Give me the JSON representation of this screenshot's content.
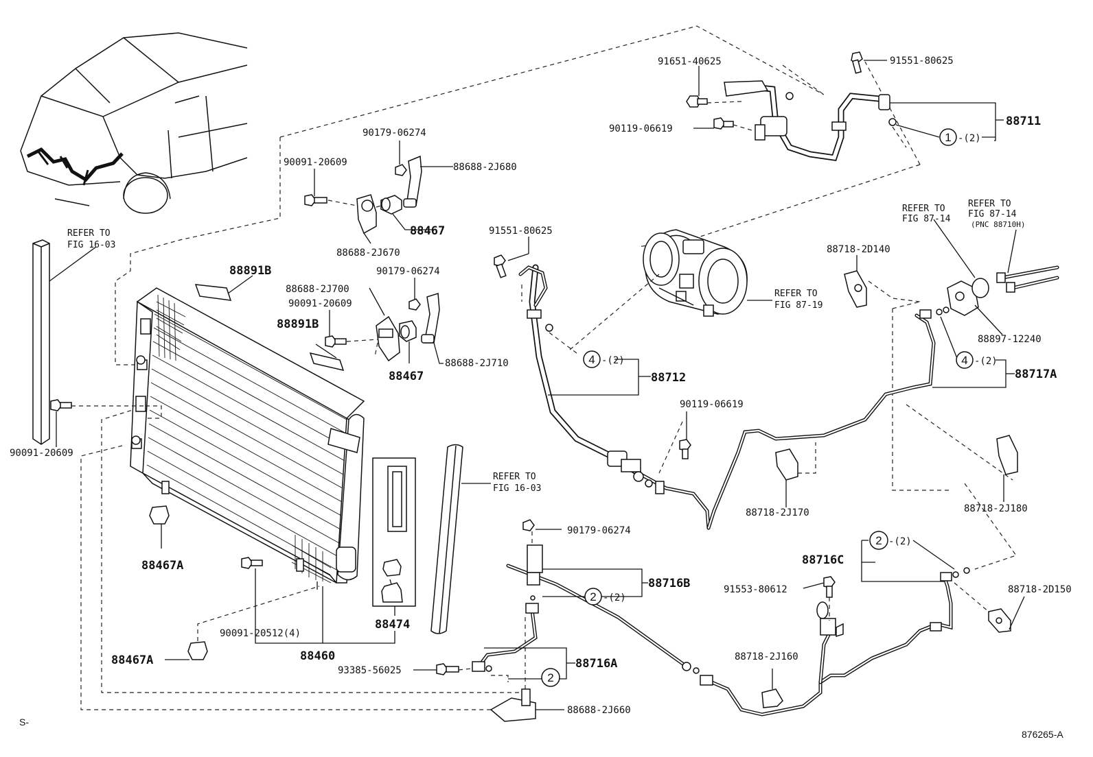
{
  "labels": {
    "p91651_40625": "91651-40625",
    "p91551_80625_top": "91551-80625",
    "p88711": "88711",
    "p90119_06619_top": "90119-06619",
    "qty_88711": "-(2)",
    "p90179_06274_a": "90179-06274",
    "p88688_2J680": "88688-2J680",
    "p90091_20609_a": "90091-20609",
    "p88467_a": "88467",
    "p88688_2J670": "88688-2J670",
    "p91551_80625_mid": "91551-80625",
    "p88718_2D140": "88718-2D140",
    "refer_87_14_a_1": "REFER TO",
    "refer_87_14_a_2": "FIG 87-14",
    "refer_87_14_b_1": "REFER TO",
    "refer_87_14_b_2": "FIG 87-14",
    "refer_87_14_b_3": "(PNC 88710H)",
    "refer_16_03_a_1": "REFER TO",
    "refer_16_03_a_2": "FIG 16-03",
    "p88891B_a": "88891B",
    "p90179_06274_b": "90179-06274",
    "p88688_2J700": "88688-2J700",
    "p90091_20609_b": "90091-20609",
    "p88891B_b": "88891B",
    "p88688_2J710": "88688-2J710",
    "p88467_b": "88467",
    "refer_87_19_1": "REFER TO",
    "refer_87_19_2": "FIG 87-19",
    "p88897_12240": "88897-12240",
    "qty_88712": "-(2)",
    "p88712": "88712",
    "qty_88717A": "-(2)",
    "p88717A": "88717A",
    "p90119_06619_mid": "90119-06619",
    "p90091_20609_c": "90091-20609",
    "refer_16_03_b_1": "REFER TO",
    "refer_16_03_b_2": "FIG 16-03",
    "p88718_2J170": "88718-2J170",
    "p88718_2J180": "88718-2J180",
    "p90179_06274_c": "90179-06274",
    "p88467A_a": "88467A",
    "p88716C": "88716C",
    "qty_88716C": "-(2)",
    "p88716B": "88716B",
    "qty_88716B": "-(2)",
    "p91553_80612": "91553-80612",
    "p88718_2D150": "88718-2D150",
    "p88474": "88474",
    "p90091_20512": "90091-20512(4)",
    "p88460": "88460",
    "p88718_2J160": "88718-2J160",
    "p88467A_b": "88467A",
    "p93385_56025": "93385-56025",
    "p88716A": "88716A",
    "p88688_2J660": "88688-2J660",
    "corner_s": "S-",
    "figure_code": "876265-A"
  },
  "circles": {
    "c1": "1",
    "c4a": "4",
    "c4b": "4",
    "c2a": "2",
    "c2b": "2",
    "c2c": "2"
  }
}
